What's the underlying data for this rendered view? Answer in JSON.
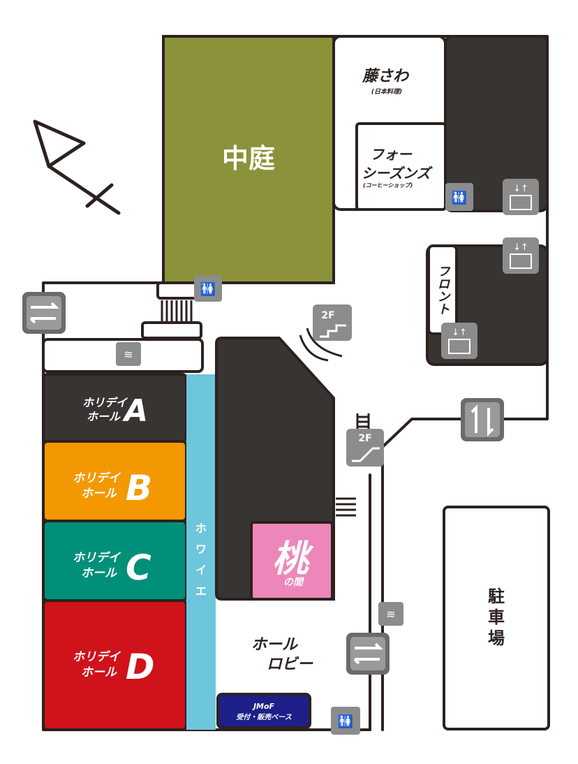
{
  "courtyard": {
    "label": "中庭"
  },
  "fujisawa": {
    "name": "藤さわ",
    "sub": "(日本料理)"
  },
  "four_seasons": {
    "line1": "フォー",
    "line2": "シーズンズ",
    "sub": "(コーヒーショップ)"
  },
  "front": {
    "label": "フロント"
  },
  "hall_a": {
    "line1": "ホリデイ",
    "line2": "ホール",
    "letter": "A",
    "color": "#383431"
  },
  "hall_b": {
    "line1": "ホリデイ",
    "line2": "ホール",
    "letter": "B",
    "color": "#f39800"
  },
  "hall_c": {
    "line1": "ホリデイ",
    "line2": "ホール",
    "letter": "C",
    "color": "#009079"
  },
  "hall_d": {
    "line1": "ホリデイ",
    "line2": "ホール",
    "letter": "D",
    "color": "#d0121b"
  },
  "foyer": {
    "label": "ホワイエ",
    "chars": [
      "ホ",
      "ワ",
      "イ",
      "エ"
    ],
    "color": "#6ec6dc"
  },
  "momo": {
    "kanji": "桃",
    "sub": "の間",
    "color": "#ed87b9"
  },
  "hall_lobby": {
    "line1": "ホール",
    "line2": "ロビー"
  },
  "jmof": {
    "line1": "JMoF",
    "line2": "受付・販売ベース",
    "color": "#1d2088"
  },
  "parking": {
    "label": "駐車場",
    "chars": [
      "駐",
      "車",
      "場"
    ]
  },
  "floor_2f_label": "2F",
  "colors": {
    "courtyard": "#8b923a",
    "dark_block": "#383431",
    "icon": "#8c8c8c",
    "wall": "#2b2220"
  },
  "icons": [
    "restroom-icon",
    "elevator-icon",
    "stairs-icon",
    "escalator-icon",
    "smoking-icon",
    "passage-arrows-icon",
    "compass-north-icon"
  ]
}
